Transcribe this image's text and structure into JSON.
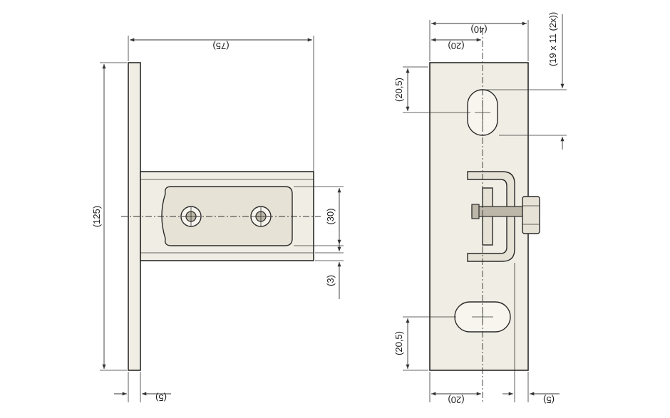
{
  "dimensions": {
    "width_75": "(75)",
    "height_125": "(125)",
    "height_30": "(30)",
    "wall_3": "(3)",
    "thick_5_left": "(5)",
    "width_40": "(40)",
    "offset_20_top": "(20)",
    "slot_19x11": "(19 x 11 (2x))",
    "slot_20_5_top": "(20,5)",
    "slot_20_5_bottom": "(20,5)",
    "offset_20_bottom": "(20)",
    "thick_5_right": "(5)"
  }
}
